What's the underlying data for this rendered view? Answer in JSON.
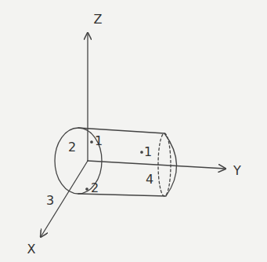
{
  "diagram": {
    "labels": [
      "Z",
      "Y",
      "X",
      "2",
      "1",
      "3",
      "2",
      "1",
      "4"
    ]
  }
}
